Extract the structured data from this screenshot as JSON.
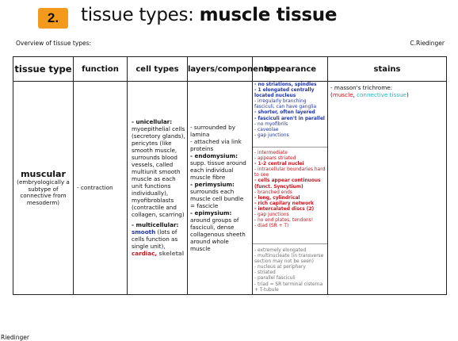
{
  "header": {
    "number": "2.",
    "title_light": "tissue types: ",
    "title_bold": "muscle tissue",
    "overview": "Overview of tissue types:",
    "author": "C.Riedinger"
  },
  "colors": {
    "badge": "#f39a1c",
    "blue": "#1f33a6",
    "red": "#c8141e",
    "cyan": "#16b8c6",
    "grey": "#707070"
  },
  "table": {
    "headers": [
      "tissue type",
      "function",
      "cell types",
      "layers/components",
      "appearance",
      "stains"
    ],
    "row": {
      "type_name": "muscular",
      "type_sub": "(embryologically a subtype of connective from mesoderm)",
      "function": "- contraction",
      "cell_types": {
        "unicellular_label": "- unicellular:",
        "unicellular_text": "myoepithelial cells (secretory glands), pericytes (like smooth muscle, surrounds blood vessels, called multiunit smooth muscle as each unit functions individually), myofibroblasts (contractile and collagen, scarring)",
        "multicellular_label": "- multicellular:",
        "smooth": "smooth",
        "multicellular_text": " (lots of cells function as single unit),",
        "cardiac": "cardiac,",
        "skeletal": "skeletal"
      },
      "layers": {
        "l1": "- surrounded by lamina",
        "l2": "- attached via link proteins",
        "endo_label": "- endomysium:",
        "endo_text": "supp. tissue around each individual muscle fibre",
        "peri_label": "- perimysium:",
        "peri_text": "surrounds each muscle cell bundle = fascicle",
        "epi_label": "- epimysium:",
        "epi_text": "around groups of fasciculi, dense collagenous sheeth around whole muscle"
      },
      "appearance": {
        "smooth": [
          "- no striations, spindles",
          "- 1 elongated centrally located nucleus",
          "- irregularly branching fasciculi, can have ganglia",
          "- shorter, often layered",
          "- fasciculi aren't in parallel",
          "- no myofibrils",
          "- caveolae",
          "- gap junctions"
        ],
        "cardiac": [
          "- intermediate",
          "- appears striated",
          "- 1-2 central nuclei",
          "- intracellular boundaries hard to see",
          "- cells appear continuous (funct. Syncytium)",
          "- branched ends",
          "- long, cylindrical",
          "- rich capilary network",
          "- intercalated discs (2)",
          "- gap junctions",
          "- no end plates, tendons!",
          "- diad (SR + T)"
        ],
        "skeletal": [
          "- extremely elongated",
          "- multinucleate (in transverse section may not be seen)",
          "- nucleus at periphery",
          "- striated",
          "- parallel fasciculi",
          "- triad = SR terminal cisterna + T-tubule"
        ]
      },
      "stains": {
        "prefix": "- masson's trichrome:",
        "open": "(",
        "muscle": "muscle",
        "comma": ", ",
        "connective": "connective tissue",
        "close": ")"
      }
    }
  },
  "footer": "Riedinger"
}
